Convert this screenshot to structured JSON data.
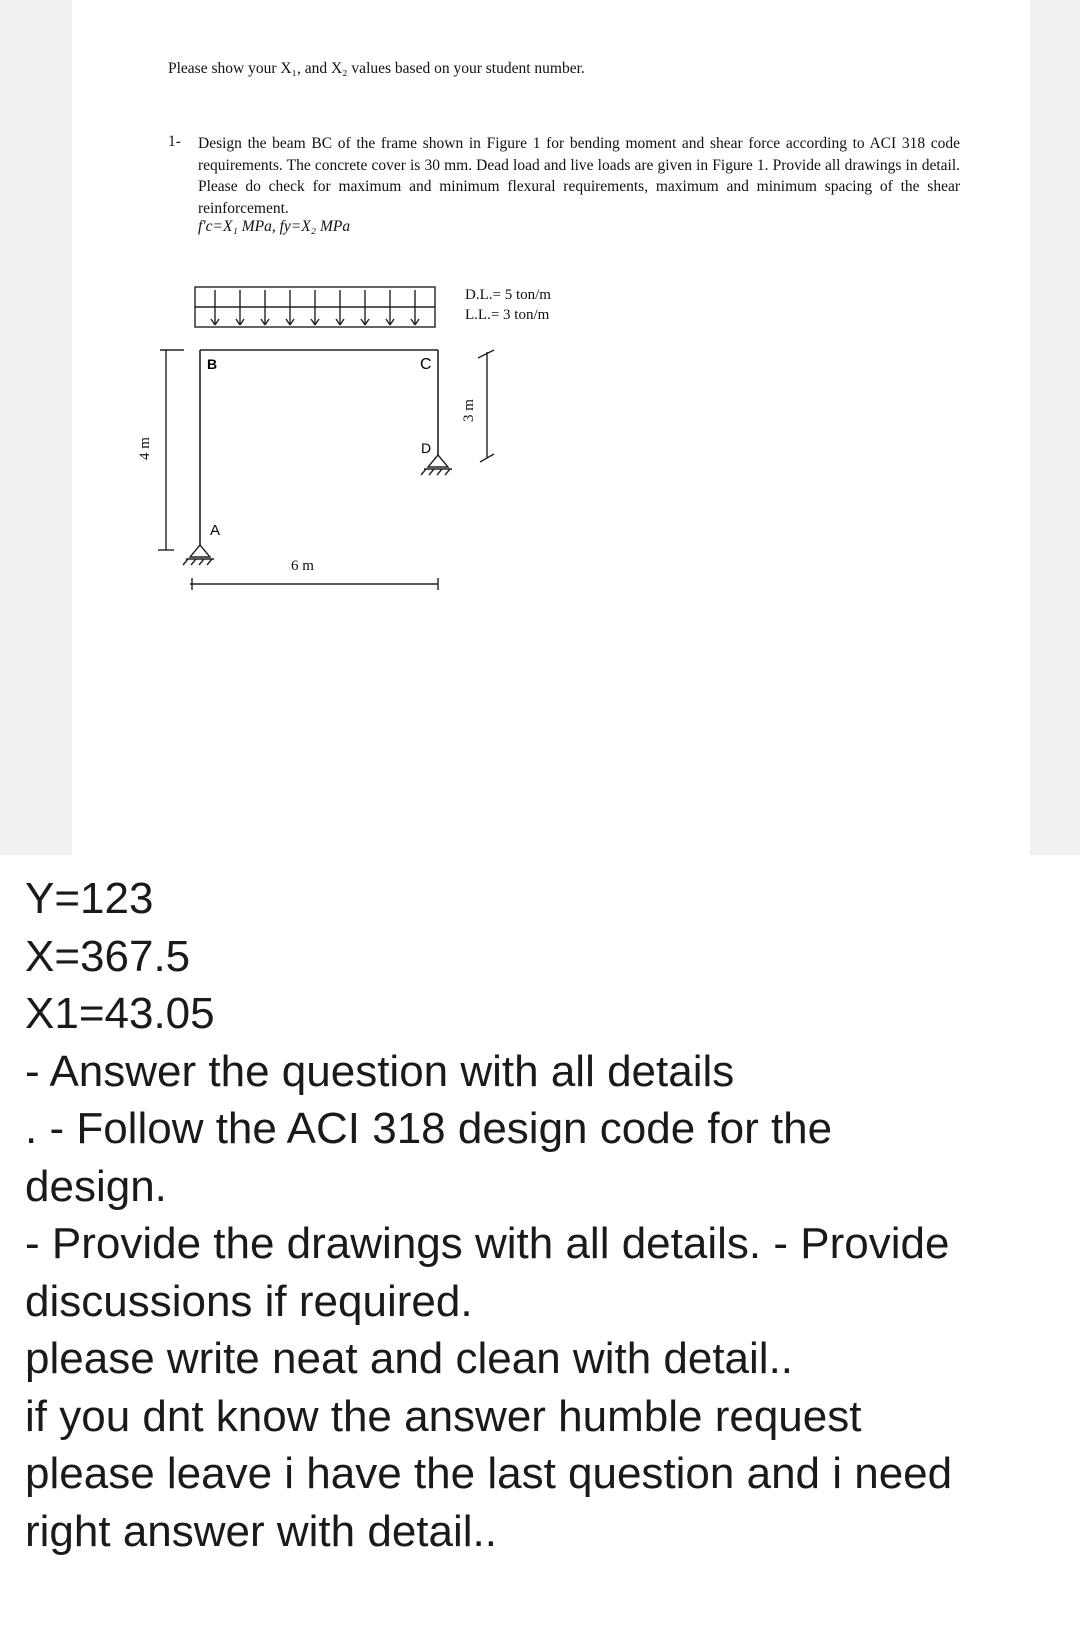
{
  "document": {
    "intro": "Please show your X₁, and X₂ values based on your student number.",
    "question_number": "1-",
    "question_text": "Design the beam BC of the frame shown in Figure 1 for bending moment and shear force according to ACI 318 code requirements. The concrete cover is 30 mm. Dead load and live loads are given in Figure 1. Provide all drawings in detail. Please do check for maximum and minimum flexural requirements, maximum and minimum spacing of the shear reinforcement.",
    "parameters": "f'c=X₁ MPa, fy=X₂ MPa"
  },
  "figure": {
    "dead_load": "D.L.= 5 ton/m",
    "live_load": "L.L.= 3 ton/m",
    "node_a": "A",
    "node_b": "B",
    "node_c": "C",
    "node_d": "D",
    "dim_height_left": "4 m",
    "dim_height_right": "3 m",
    "dim_span": "6 m"
  },
  "notes": [
    "Y=123",
    "X=367.5",
    "X1=43.05",
    "- Answer the question with all details",
    ". - Follow the ACI 318 design code for the",
    "design.",
    "- Provide the drawings with all details. - Provide",
    "discussions if required.",
    "please write neat and clean with detail..",
    "if you dnt know the answer humble request",
    "please leave i have the last question and i need",
    "right answer with detail.."
  ]
}
